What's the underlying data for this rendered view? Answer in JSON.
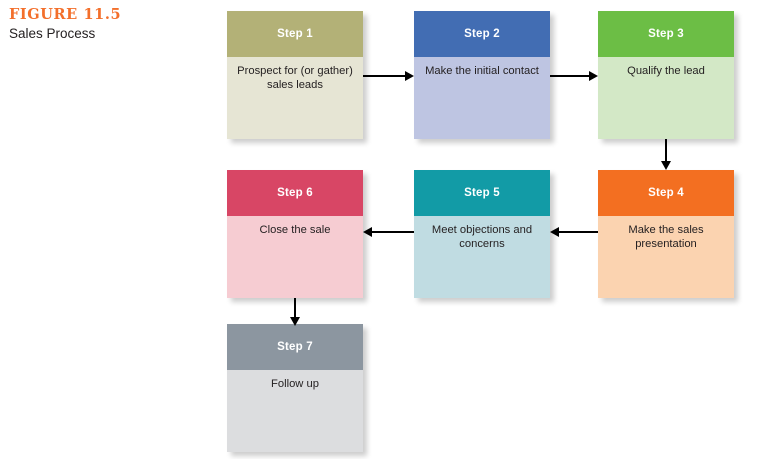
{
  "caption": {
    "figure_number": "FIGURE 11.5",
    "title": "Sales Process",
    "number_color": "#F36F2B"
  },
  "diagram": {
    "type": "flowchart",
    "steps": [
      {
        "id": "step-1",
        "header": "Step 1",
        "body": "Prospect for (or gather) sales leads",
        "header_color": "#B3B177",
        "body_color": "#E6E5D4"
      },
      {
        "id": "step-2",
        "header": "Step 2",
        "body": "Make the initial contact",
        "header_color": "#426DB3",
        "body_color": "#BEC5E2"
      },
      {
        "id": "step-3",
        "header": "Step 3",
        "body": "Qualify the lead",
        "header_color": "#6CBE45",
        "body_color": "#D3E8C6"
      },
      {
        "id": "step-4",
        "header": "Step 4",
        "body": "Make the sales presentation",
        "header_color": "#F36F21",
        "body_color": "#FBD3B0"
      },
      {
        "id": "step-5",
        "header": "Step 5",
        "body": "Meet objections and concerns",
        "header_color": "#129BA6",
        "body_color": "#C0DCE2"
      },
      {
        "id": "step-6",
        "header": "Step 6",
        "body": "Close the sale",
        "header_color": "#D84665",
        "body_color": "#F6CCD2"
      },
      {
        "id": "step-7",
        "header": "Step 7",
        "body": "Follow up",
        "header_color": "#8C96A0",
        "body_color": "#DCDDDF"
      }
    ],
    "connectors": [
      {
        "id": "step1-to-step2",
        "direction": "right"
      },
      {
        "id": "step2-to-step3",
        "direction": "right"
      },
      {
        "id": "step3-to-step4",
        "direction": "down"
      },
      {
        "id": "step4-to-step5",
        "direction": "left"
      },
      {
        "id": "step5-to-step6",
        "direction": "left"
      },
      {
        "id": "step6-to-step7",
        "direction": "down"
      }
    ]
  }
}
